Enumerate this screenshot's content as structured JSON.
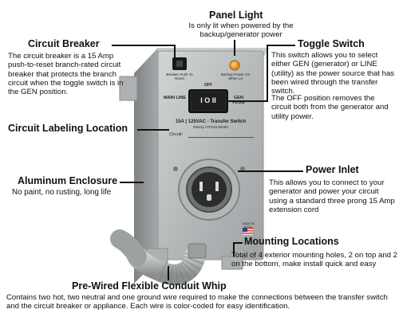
{
  "callouts": {
    "panel_light": {
      "title": "Panel Light",
      "desc": "Is only lit when powered by the backup/generator power"
    },
    "circuit_breaker": {
      "title": "Circuit Breaker",
      "desc": "The circuit breaker is a 15 Amp push-to-reset branch-rated circuit breaker that protects the branch circuit when the toggle switch is in the GEN position."
    },
    "toggle_switch": {
      "title": "Toggle Switch",
      "desc": "This switch allows you to select either GEN (generator) or LINE (utility) as the power source that has been wired through the transfer switch.",
      "desc2": "The OFF position removes the circuit both from the generator and utility power."
    },
    "circuit_labeling": {
      "title": "Circuit Labeling Location"
    },
    "aluminum_enclosure": {
      "title": "Aluminum Enclosure",
      "desc": "No paint, no rusting, long life"
    },
    "power_inlet": {
      "title": "Power Inlet",
      "desc": "This allows you to connect to your generator and power your circuit using a standard three prong 15 Amp extension cord"
    },
    "mounting_locations": {
      "title": "Mounting Locations",
      "desc": "Total of 4 exterior mounting holes, 2 on top and 2 on the bottom, make install quick and easy"
    },
    "conduit_whip": {
      "title": "Pre-Wired Flexible Conduit Whip",
      "desc": "Contains two hot, two neutral and one ground wire required to make the connections between the transfer switch and the circuit breaker or appliance. Each wire is color-coded for easy identification."
    }
  },
  "device": {
    "breaker_label": "Breaker Push To Reset",
    "light_label": "Backup Power On When Lit",
    "off_label": "OFF",
    "main_line_label": "MAIN LINE",
    "gen_plug_label": "GEN PLUG",
    "rating_label": "15A | 125VAC - Transfer Switch",
    "model_label": "Reezy HTS15-MAIN",
    "circuit_label": "Circuit:",
    "made_in_label": "MADE IN U.S.A.",
    "switch_glyphs": "I O II"
  },
  "colors": {
    "enclosure": "#b9bcbd",
    "enclosure_dark": "#8e9293",
    "light": "#f08a1a",
    "switch": "#111111",
    "background": "#ffffff"
  }
}
